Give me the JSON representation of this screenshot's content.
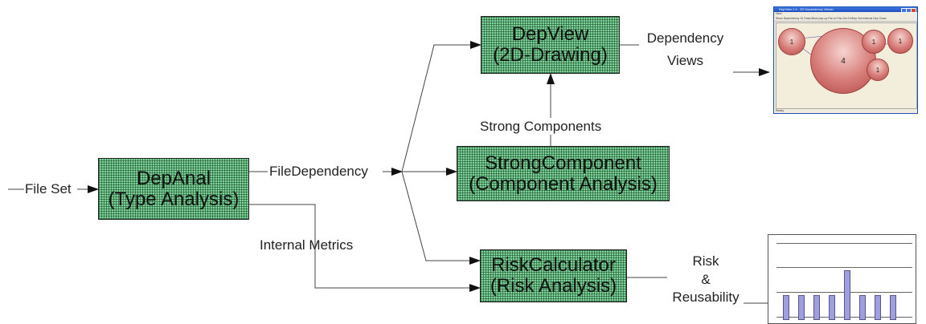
{
  "boxes": {
    "depanal": {
      "line1": "DepAnal",
      "line2": "(Type Analysis)"
    },
    "depview": {
      "line1": "DepView",
      "line2": "(2D-Drawing)"
    },
    "strong": {
      "line1": "StrongComponent",
      "line2": "(Component Analysis)"
    },
    "risk": {
      "line1": "RiskCalculator",
      "line2": "(Risk Analysis)"
    }
  },
  "labels": {
    "file_set": "File Set",
    "file_dependency": "FileDependency",
    "strong_components": "Strong Components",
    "dependency_views_1": "Dependency",
    "dependency_views_2": "Views",
    "internal_metrics": "Internal Metrics",
    "risk_1": "Risk",
    "risk_2": "&",
    "risk_3": "Reusability"
  },
  "thumb_window": {
    "title": "DepView 1.4 - 2D Dependency Viewer",
    "menu": "View",
    "options": "Show Dependency  10  Draw  Allow pop-up  Fan-In  Fan-Out  DirDep  Not Internal Dep  Close",
    "status": "Ready",
    "bubbles": [
      "1",
      "4",
      "1",
      "1",
      "1"
    ]
  },
  "thumb_chart": {
    "values": [
      1,
      1,
      1,
      1,
      2,
      1,
      1,
      1
    ],
    "colors": {
      "bar": "#9e9ee0"
    }
  },
  "colors": {
    "box_fill": "#7fd39a",
    "line": "#444444"
  }
}
